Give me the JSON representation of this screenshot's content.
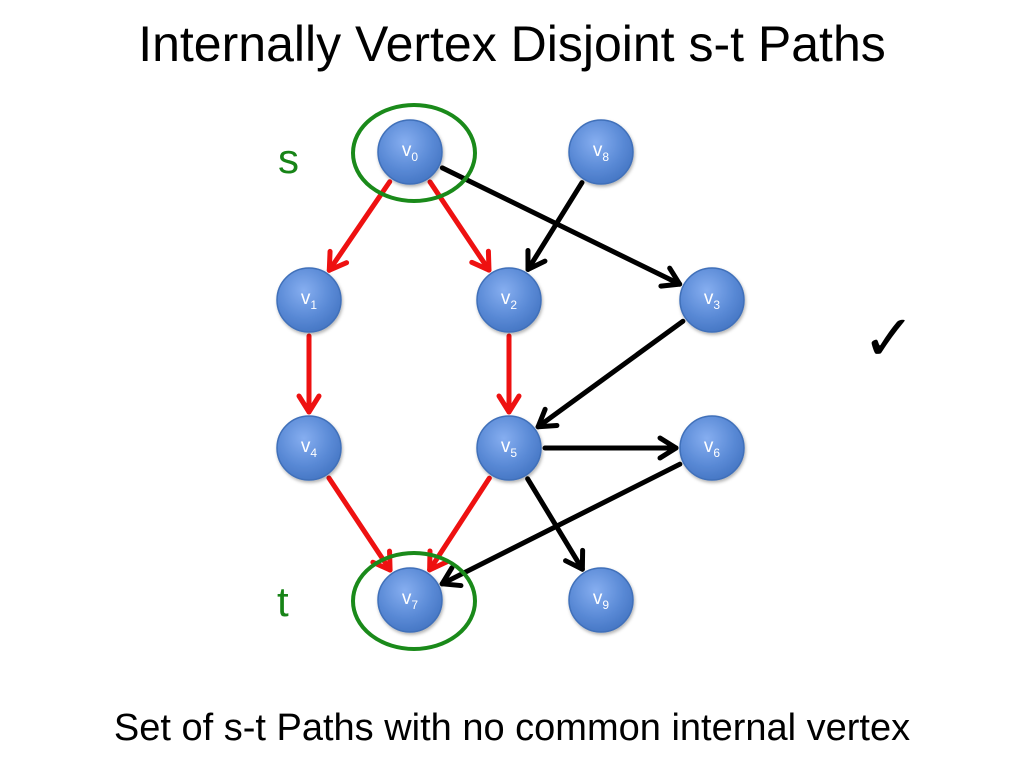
{
  "title": "Internally Vertex Disjoint s-t Paths",
  "caption": "Set of s-t Paths with no common internal vertex",
  "source_label": "s",
  "target_label": "t",
  "check_symbol": "✓",
  "colors": {
    "node_fill": "#5a8ad6",
    "node_stroke": "#3f6fb9",
    "path_edge": "#ee1111",
    "other_edge": "#000000",
    "terminal_ring": "#1a8a1a",
    "st_label": "#178417"
  },
  "nodes": [
    {
      "id": "v0",
      "name": "v",
      "sub": "0"
    },
    {
      "id": "v8",
      "name": "v",
      "sub": "8"
    },
    {
      "id": "v1",
      "name": "v",
      "sub": "1"
    },
    {
      "id": "v2",
      "name": "v",
      "sub": "2"
    },
    {
      "id": "v3",
      "name": "v",
      "sub": "3"
    },
    {
      "id": "v4",
      "name": "v",
      "sub": "4"
    },
    {
      "id": "v5",
      "name": "v",
      "sub": "5"
    },
    {
      "id": "v6",
      "name": "v",
      "sub": "6"
    },
    {
      "id": "v7",
      "name": "v",
      "sub": "7"
    },
    {
      "id": "v9",
      "name": "v",
      "sub": "9"
    }
  ],
  "edges": [
    {
      "from": "v0",
      "to": "v1",
      "on_path": true
    },
    {
      "from": "v0",
      "to": "v2",
      "on_path": true
    },
    {
      "from": "v1",
      "to": "v4",
      "on_path": true
    },
    {
      "from": "v2",
      "to": "v5",
      "on_path": true
    },
    {
      "from": "v4",
      "to": "v7",
      "on_path": true
    },
    {
      "from": "v5",
      "to": "v7",
      "on_path": true
    },
    {
      "from": "v0",
      "to": "v3",
      "on_path": false
    },
    {
      "from": "v8",
      "to": "v2",
      "on_path": false
    },
    {
      "from": "v3",
      "to": "v5",
      "on_path": false
    },
    {
      "from": "v5",
      "to": "v6",
      "on_path": false
    },
    {
      "from": "v6",
      "to": "v7",
      "on_path": false
    },
    {
      "from": "v5",
      "to": "v9",
      "on_path": false
    }
  ],
  "source": "v0",
  "target": "v7"
}
